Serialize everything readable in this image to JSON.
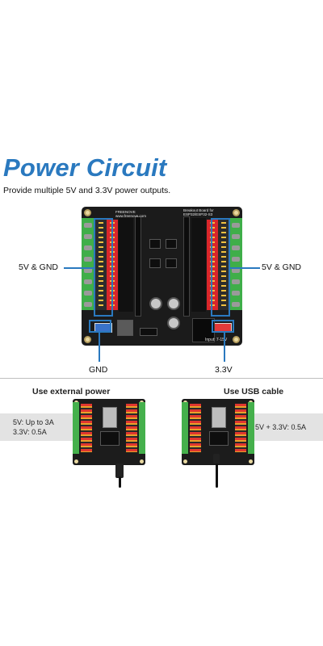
{
  "header": {
    "title": "Power Circuit",
    "subtitle": "Provide multiple 5V and 3.3V power outputs."
  },
  "board": {
    "brand": "FREENOVE",
    "website": "www.freenove.com",
    "name_line1": "Breakout Board for",
    "name_line2": "ESP32/ESP32-S3",
    "input_label": "Input: 7-15V"
  },
  "callouts": {
    "left": "5V & GND",
    "right": "5V & GND",
    "gnd": "GND",
    "v33": "3.3V"
  },
  "modes": [
    {
      "heading": "Use external power",
      "line1": "5V: Up to 3A",
      "line2": "3.3V: 0.5A"
    },
    {
      "heading": "Use USB cable",
      "line1": "5V + 3.3V: 0.5A"
    }
  ],
  "colors": {
    "accent": "#2a79bf",
    "terminal_green": "#3fae49",
    "header_red": "#d9262b",
    "pcb": "#1b1b1b",
    "band": "#e3e3e3"
  }
}
